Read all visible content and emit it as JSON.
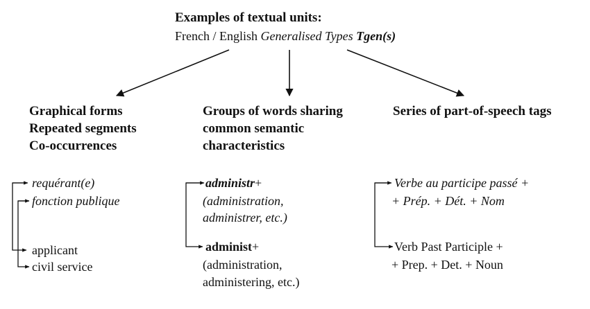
{
  "title": "Examples of textual units:",
  "subtitle": {
    "prefix": "French / English ",
    "italic": "Generalised Types",
    "bold_italic": "Tgen(s)"
  },
  "columns": [
    {
      "heading": [
        "Graphical forms",
        "Repeated segments",
        "Co-occurrences"
      ],
      "french": [
        "requérant(e)",
        "fonction publique"
      ],
      "english": [
        "applicant",
        "civil service"
      ]
    },
    {
      "heading": [
        "Groups of words sharing",
        "common semantic",
        "characteristics"
      ],
      "french": {
        "stem_bold_italic": "administr",
        "stem_suffix": "+",
        "paren": [
          "(administration,",
          "administrer, etc.)"
        ]
      },
      "english": {
        "stem_bold": "administ",
        "stem_suffix": "+",
        "paren": [
          "(administration,",
          "administering, etc.)"
        ]
      }
    },
    {
      "heading": [
        "Series of part-of-speech tags"
      ],
      "french": [
        "Verbe au participe passé +",
        "+ Prép. + Dét. + Nom"
      ],
      "english": [
        "Verb Past Participle +",
        "+ Prep. + Det. + Noun"
      ]
    }
  ]
}
